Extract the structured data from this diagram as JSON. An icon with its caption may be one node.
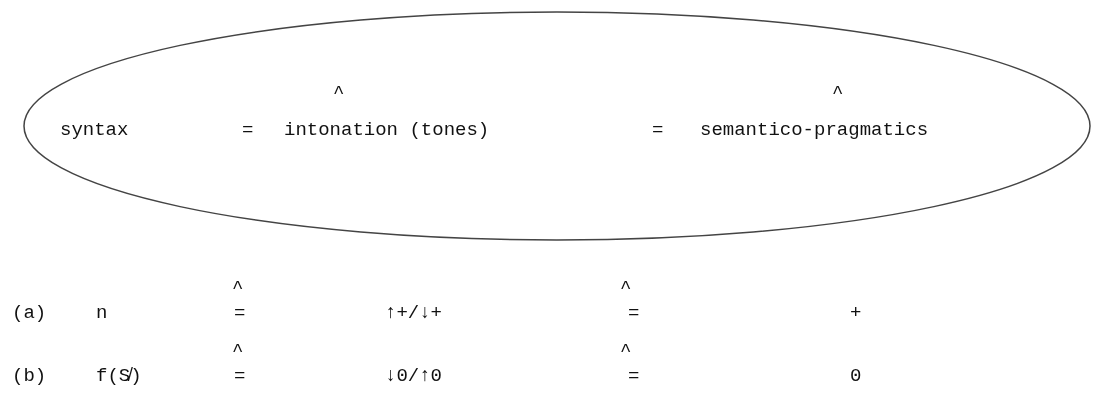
{
  "diagram": {
    "nodes": [
      {
        "text": [
          "^",
          "^",
          "syntax",
          "=",
          "intonation (tones)",
          "=",
          "semantico-pragmatics"
        ]
      }
    ],
    "labels": [
      "^",
      "^",
      "(a)",
      "n",
      "=",
      "↑+/↓+",
      "=",
      "+",
      "^",
      "^",
      "(b)",
      "f(S̸)",
      "=",
      "↓0/↑0",
      "=",
      "0"
    ]
  }
}
